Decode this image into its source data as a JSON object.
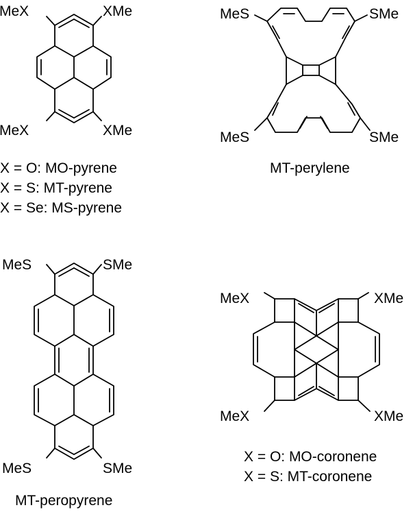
{
  "structures": [
    {
      "id": "pyrene",
      "substituents": [
        "MeX",
        "XMe",
        "MeX",
        "XMe"
      ],
      "captions": [
        "X = O: MO-pyrene",
        "X = S: MT-pyrene",
        "X = Se: MS-pyrene"
      ]
    },
    {
      "id": "perylene",
      "substituents": [
        "MeS",
        "SMe",
        "MeS",
        "SMe"
      ],
      "captions": [
        "MT-perylene"
      ]
    },
    {
      "id": "peropyrene",
      "substituents": [
        "MeS",
        "SMe",
        "MeS",
        "SMe"
      ],
      "captions": [
        "MT-peropyrene"
      ]
    },
    {
      "id": "coronene",
      "substituents": [
        "MeX",
        "XMe",
        "MeX",
        "XMe"
      ],
      "captions": [
        "X = O: MO-coronene",
        "X = S: MT-coronene"
      ]
    }
  ],
  "colors": {
    "ink": "#000000",
    "background": "#ffffff"
  }
}
